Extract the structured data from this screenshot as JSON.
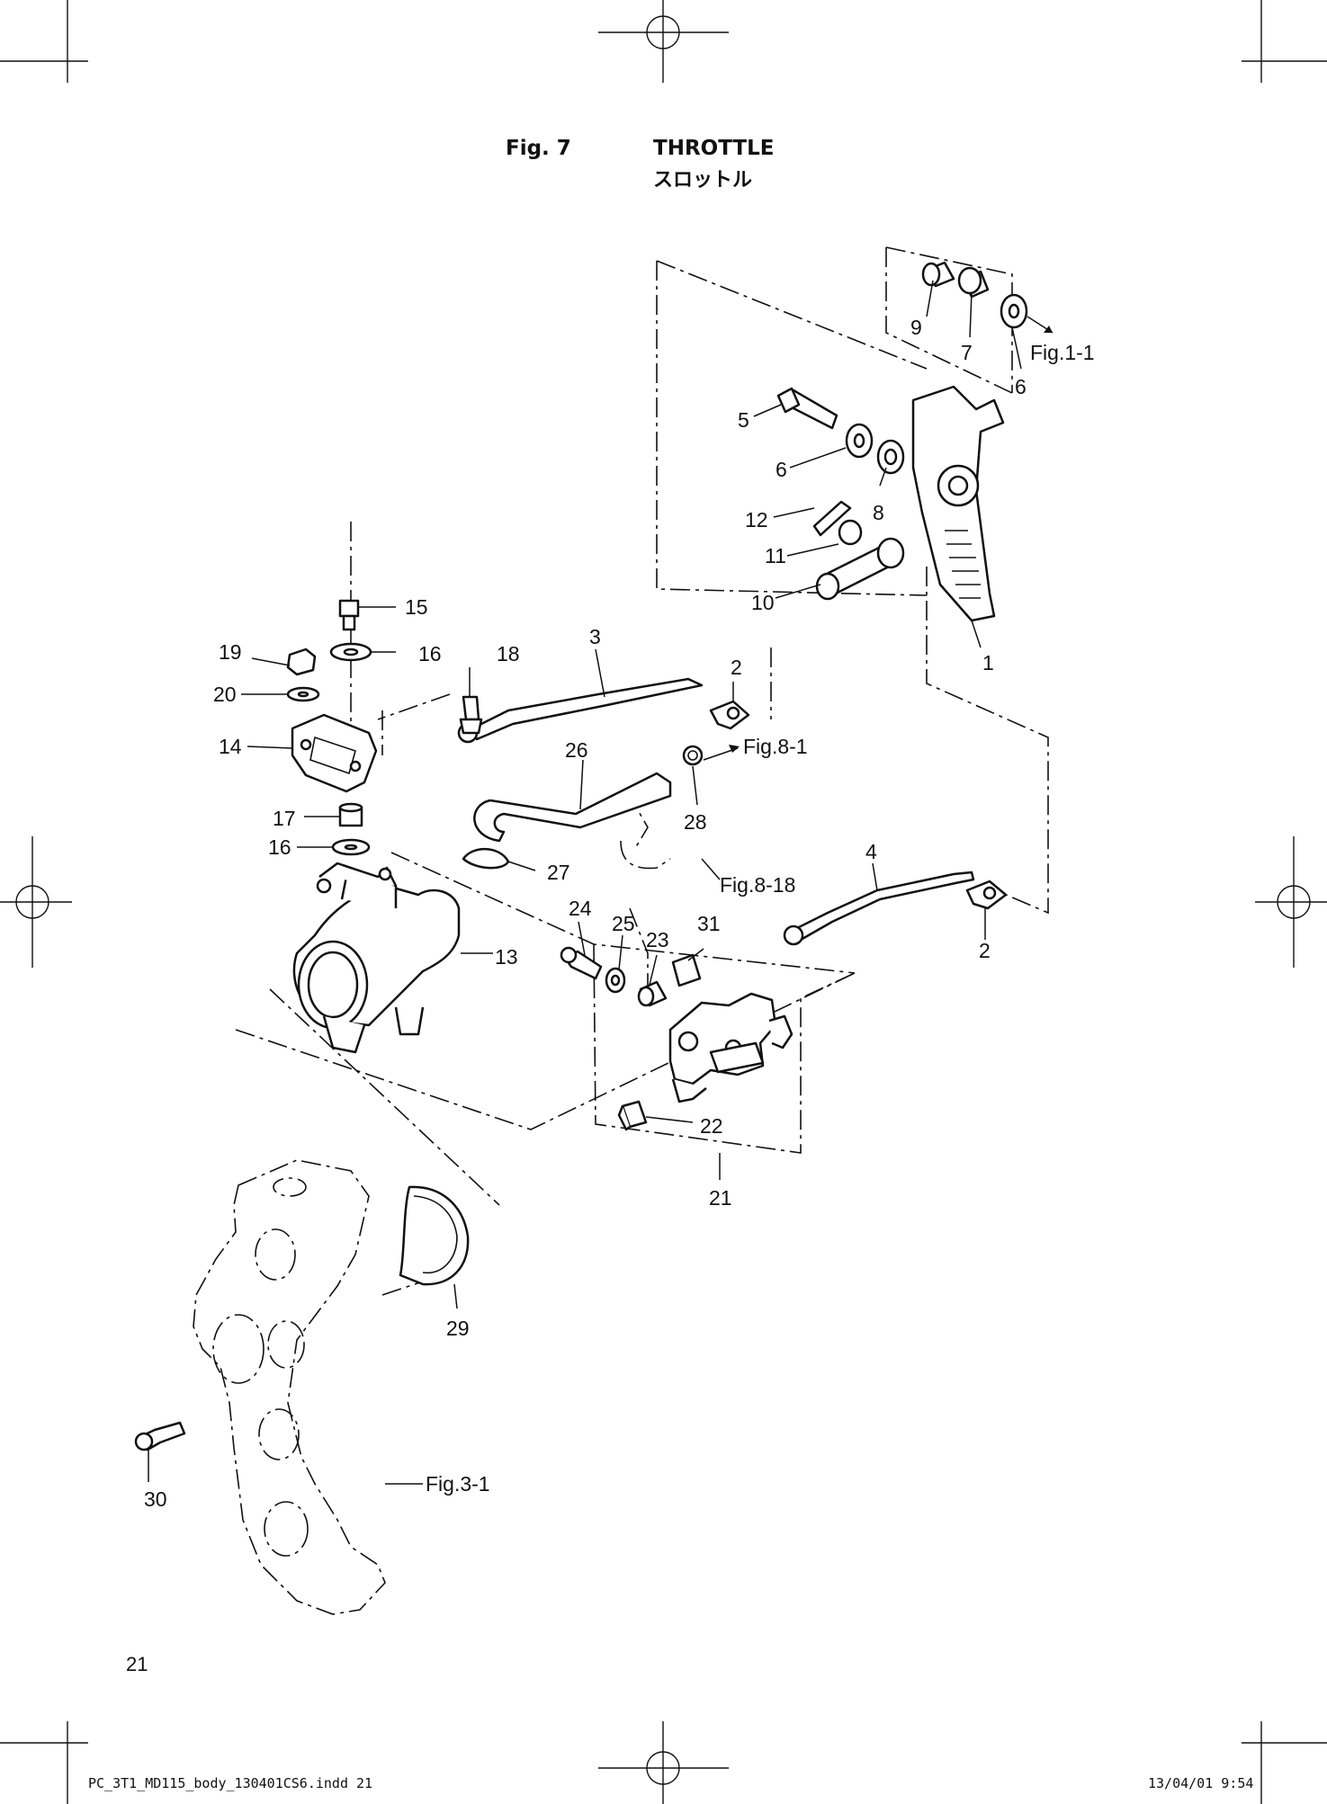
{
  "header": {
    "fig_number": "Fig. 7",
    "title": "THROTTLE",
    "title_ja": "スロットル"
  },
  "callouts": {
    "c1": "1",
    "c2a": "2",
    "c2b": "2",
    "c3": "3",
    "c4": "4",
    "c5": "5",
    "c6a": "6",
    "c6b": "6",
    "c7": "7",
    "c8": "8",
    "c9": "9",
    "c10": "10",
    "c11": "11",
    "c12": "12",
    "c13": "13",
    "c14": "14",
    "c15": "15",
    "c16a": "16",
    "c16b": "16",
    "c17": "17",
    "c18": "18",
    "c19": "19",
    "c20": "20",
    "c21": "21",
    "c22": "22",
    "c23": "23",
    "c24": "24",
    "c25": "25",
    "c26": "26",
    "c27": "27",
    "c28": "28",
    "c29": "29",
    "c30": "30",
    "c31": "31"
  },
  "references": {
    "fig_1_1": "Fig.1-1",
    "fig_8_1": "Fig.8-1",
    "fig_8_18": "Fig.8-18",
    "fig_3_1": "Fig.3-1"
  },
  "footer": {
    "page_number": "21",
    "file_slug": "PC_3T1_MD115_body_130401CS6.indd   21",
    "timestamp": "13/04/01   9:54"
  }
}
